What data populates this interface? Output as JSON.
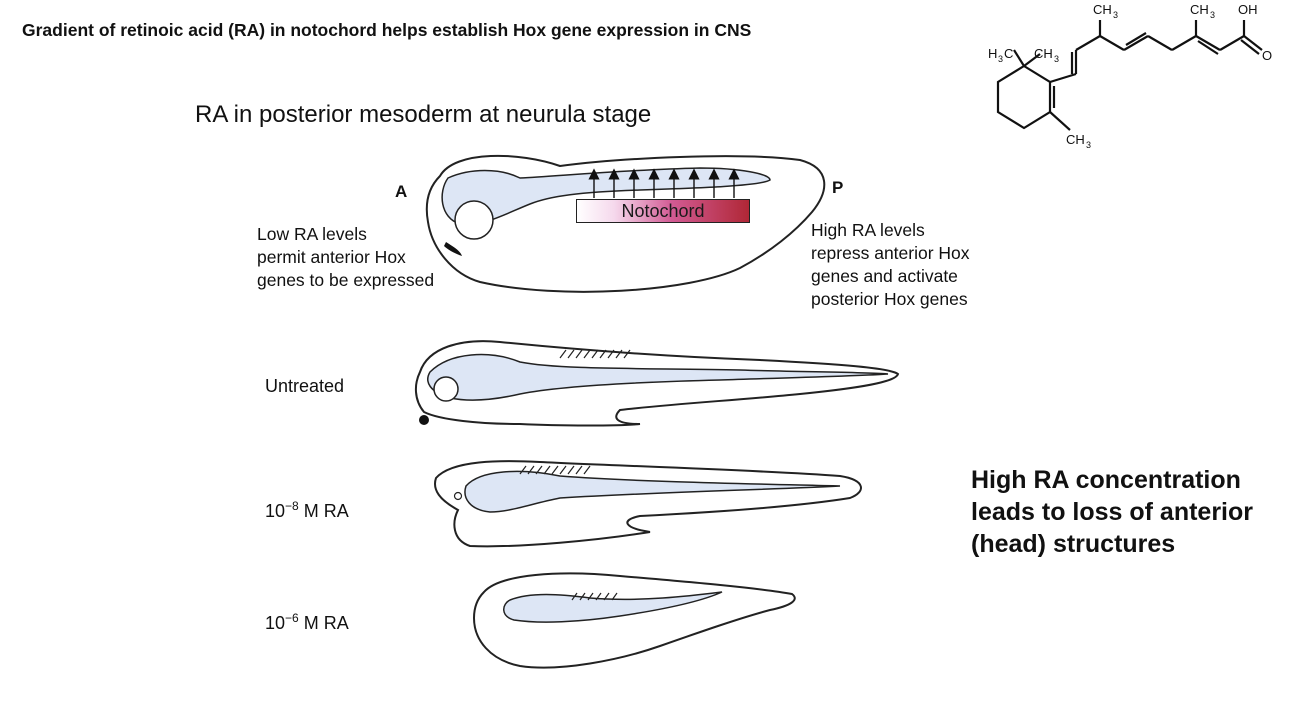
{
  "title": "Gradient of retinoic acid (RA) in notochord helps establish Hox gene expression in CNS",
  "figure": {
    "heading": "RA in posterior mesoderm at neurula stage",
    "anterior_letter": "A",
    "posterior_letter": "P",
    "notochord_label": "Notochord",
    "low_ra_note": "Low RA levels\npermit anterior Hox\ngenes to be expressed",
    "high_ra_note": "High RA levels\nrepress anterior Hox\ngenes and activate\nposterior Hox genes"
  },
  "conditions": {
    "untreated": "Untreated",
    "low_dose_prefix": "10",
    "low_dose_exp": "−8",
    "high_dose_prefix": "10",
    "high_dose_exp": "−6",
    "unit": " M RA"
  },
  "conclusion": "High RA concentration\nleads to loss of anterior\n(head) structures",
  "molecule": {
    "labels": [
      "CH",
      "3",
      "CH",
      "3",
      "OH",
      "H",
      "3",
      "C",
      "CH",
      "3",
      "CH",
      "3",
      "O"
    ]
  },
  "colors": {
    "tissue_fill": "#dde6f5",
    "notochord_gradient_start": "#ffffff",
    "notochord_gradient_end": "#b02736",
    "outline": "#222222"
  }
}
